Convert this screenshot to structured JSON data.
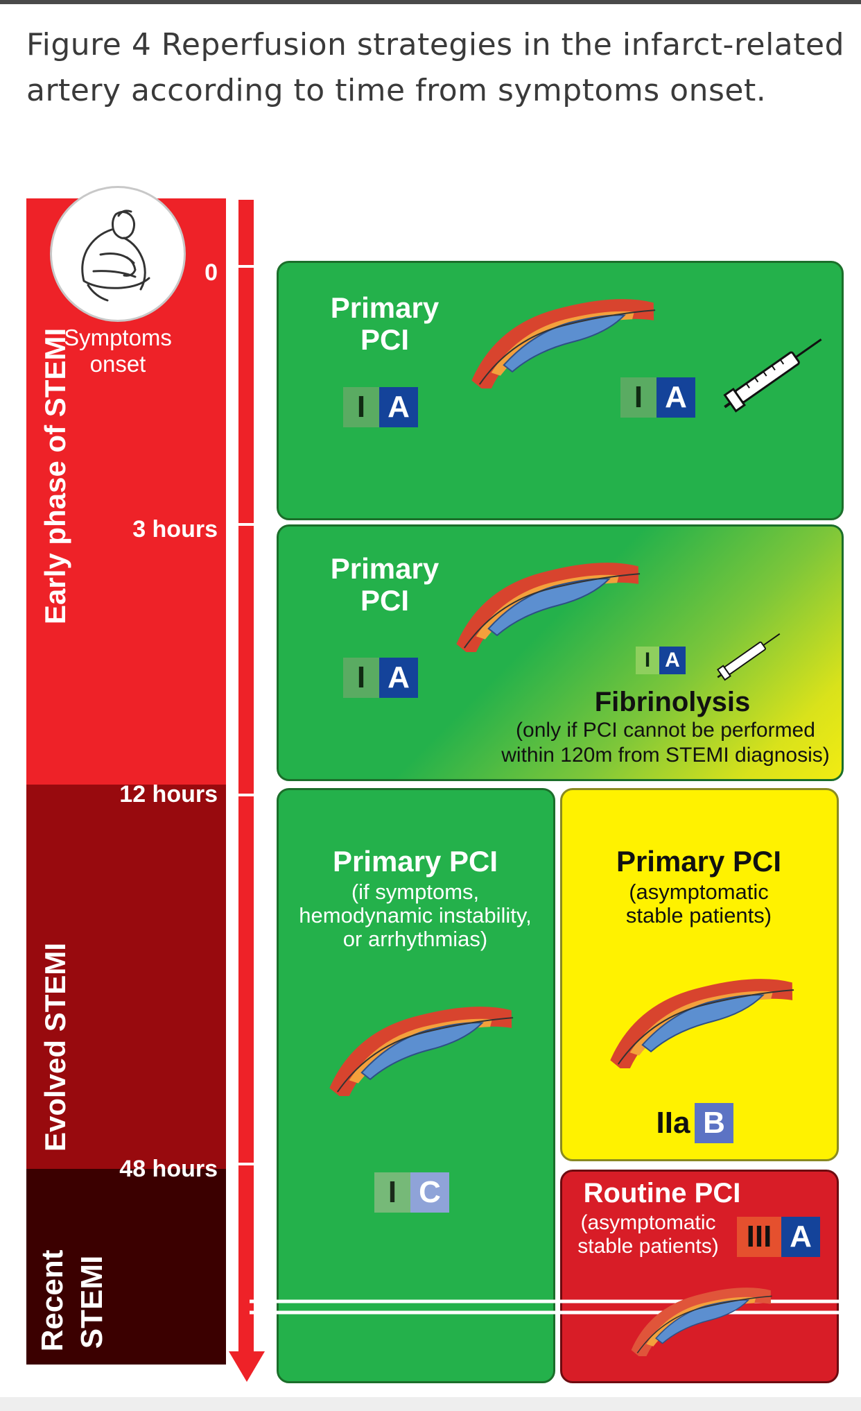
{
  "caption": "Figure 4 Reperfusion strategies in the infarct-related artery according to time from symptoms onset.",
  "phases": {
    "early": "Early phase of STEMI",
    "evolved": "Evolved STEMI",
    "recent_line1": "Recent",
    "recent_line2": "STEMI"
  },
  "symptoms_onset": {
    "line1": "Symptoms",
    "line2": "onset"
  },
  "ticks": {
    "t0": "0",
    "t3": "3 hours",
    "t12": "12 hours",
    "t48": "48 hours"
  },
  "panel1": {
    "title_line1": "Primary",
    "title_line2": "PCI",
    "pci_badge": {
      "grade": "I",
      "level": "A"
    },
    "fib_badge": {
      "grade": "I",
      "level": "A"
    }
  },
  "panel2": {
    "title_line1": "Primary",
    "title_line2": "PCI",
    "pci_badge": {
      "grade": "I",
      "level": "A"
    },
    "fib_badge": {
      "grade": "I",
      "level": "A"
    },
    "fib_title": "Fibrinolysis",
    "fib_note_line1": "(only if PCI cannot be performed",
    "fib_note_line2": "within 120m from STEMI diagnosis)"
  },
  "panel3": {
    "title": "Primary PCI",
    "sub_line1": "(if symptoms,",
    "sub_line2": "hemodynamic instability,",
    "sub_line3": "or arrhythmias)",
    "badge": {
      "grade": "I",
      "level": "C"
    }
  },
  "panel4": {
    "title": "Primary PCI",
    "sub_line1": "(asymptomatic",
    "sub_line2": "stable patients)",
    "badge": {
      "grade": "IIa",
      "level": "B"
    }
  },
  "panel5": {
    "title": "Routine PCI",
    "sub_line1": "(asymptomatic",
    "sub_line2": "stable patients)",
    "badge": {
      "grade": "III",
      "level": "A"
    }
  },
  "colors": {
    "early_red": "#ee2228",
    "evolved_red": "#980a0e",
    "recent_red": "#3b0000",
    "green": "#24b14b",
    "yellow": "#fff200",
    "panel_red": "#d81d27",
    "level_blue": "#14439a"
  }
}
